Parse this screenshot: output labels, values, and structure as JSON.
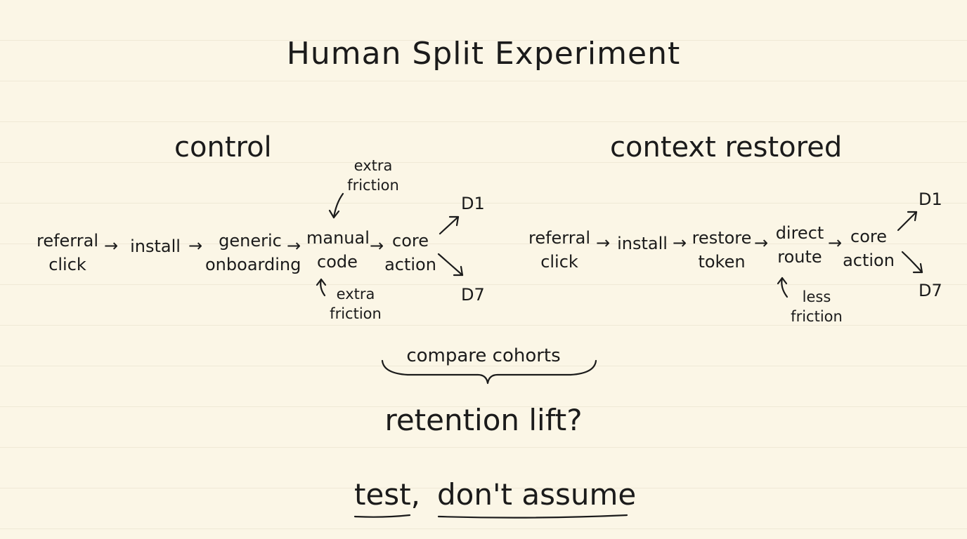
{
  "title": "Human Split Experiment",
  "control": {
    "heading": "control",
    "steps": [
      "referral\nclick",
      "install",
      "generic\nonboarding",
      "manual\ncode",
      "core\naction"
    ],
    "outcomes": [
      "D1",
      "D7"
    ],
    "note_top": "extra\nfriction",
    "note_bottom": "extra\nfriction"
  },
  "treatment": {
    "heading": "context restored",
    "steps": [
      "referral\nclick",
      "install",
      "restore\ntoken",
      "direct\nroute",
      "core\naction"
    ],
    "outcomes": [
      "D1",
      "D7"
    ],
    "note_bottom": "less\nfriction"
  },
  "compare_label": "compare cohorts",
  "question": "retention lift?",
  "takeaway": {
    "part1": "test,",
    "part2": "don't assume"
  },
  "arrow_glyph": "→"
}
